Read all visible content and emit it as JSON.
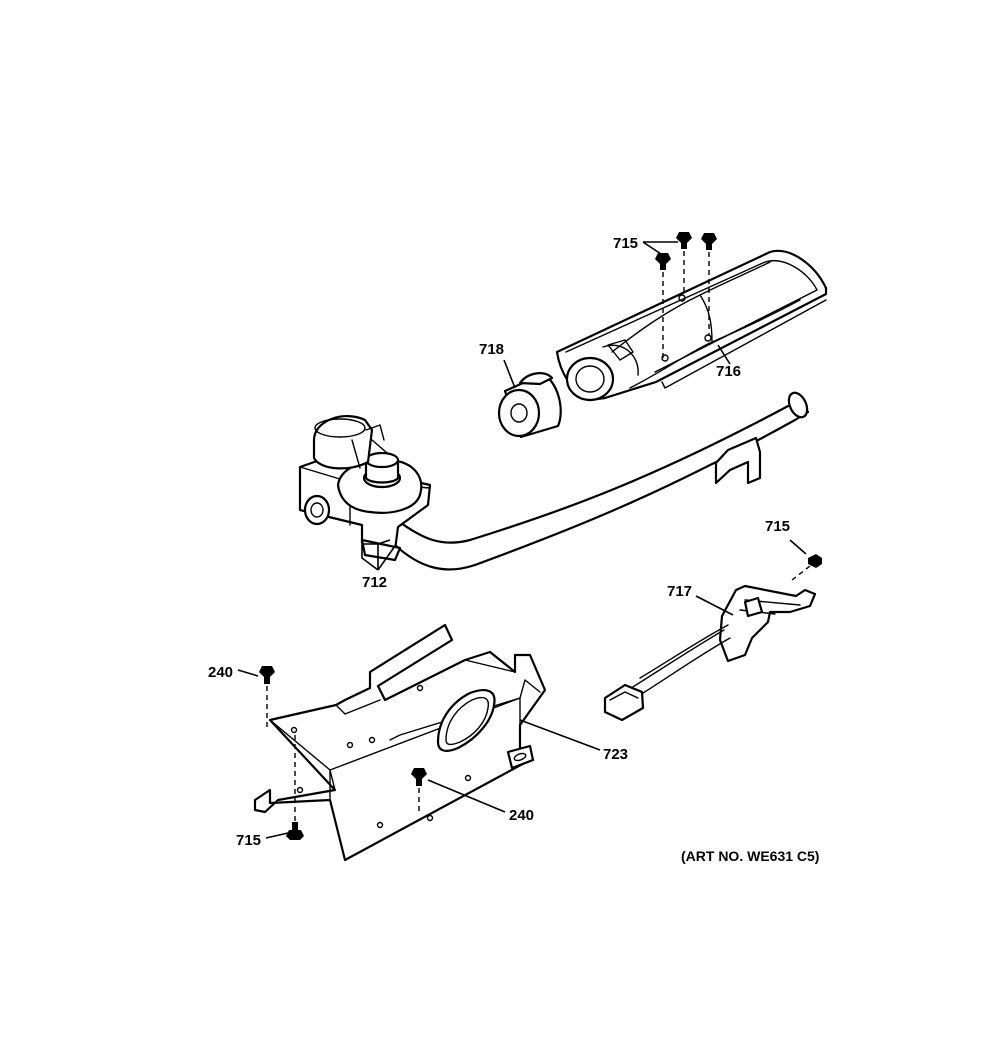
{
  "diagram": {
    "labels": {
      "screw_top": "715",
      "burner_tube": "716",
      "air_shutter": "718",
      "gas_valve": "712",
      "screw_igniter": "715",
      "igniter": "717",
      "screw_bracket_left": "240",
      "bracket": "723",
      "screw_bracket_center": "240",
      "screw_bottom": "715"
    },
    "art_number": "(ART NO. WE631 C5)"
  }
}
